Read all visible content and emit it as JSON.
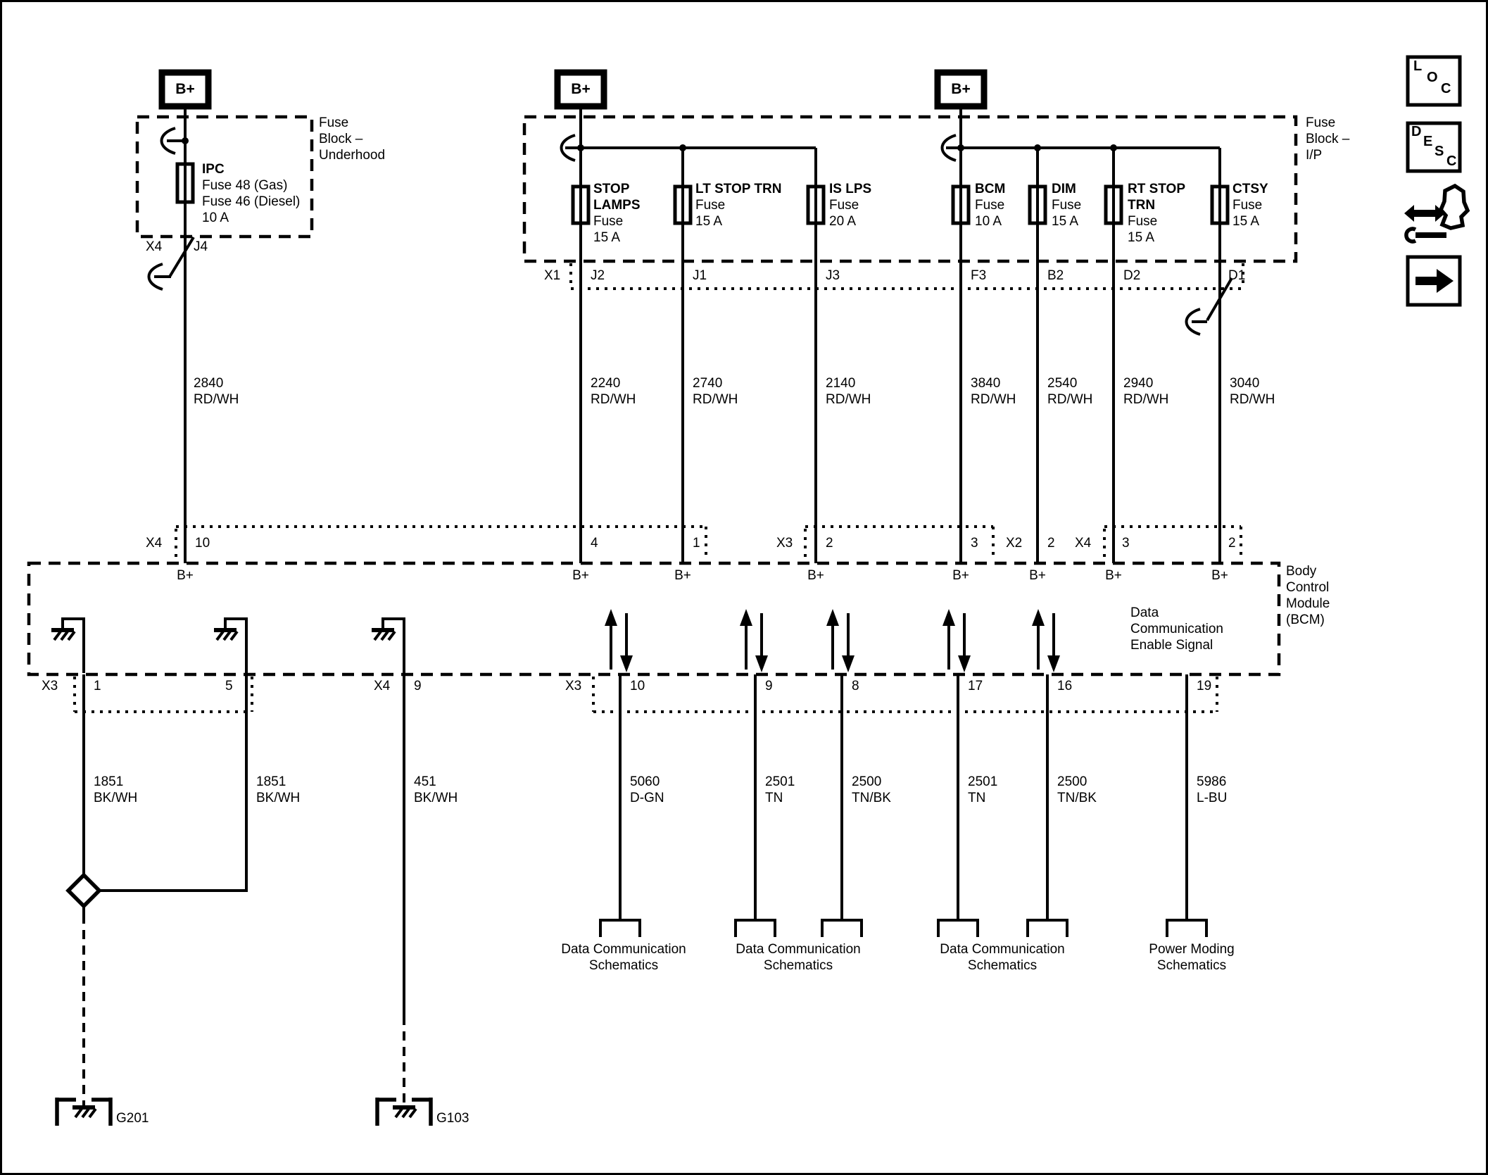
{
  "b_plus": "B+",
  "underhood": {
    "block_label": "Fuse\nBlock –\nUnderhood",
    "fuse_name": "IPC",
    "fuse_details": "Fuse 48 (Gas)\nFuse 46 (Diesel)\n10 A",
    "connector": "X4",
    "pin": "J4",
    "wire": "2840\nRD/WH"
  },
  "ip_block": {
    "block_label": "Fuse\nBlock –\nI/P",
    "connector_label": "X1",
    "fuses": [
      {
        "name": "STOP\nLAMPS",
        "details": "Fuse\n15 A",
        "pin": "J2",
        "wire": "2240\nRD/WH"
      },
      {
        "name": "LT STOP TRN",
        "details": "Fuse\n15 A",
        "pin": "J1",
        "wire": "2740\nRD/WH"
      },
      {
        "name": "IS LPS",
        "details": "Fuse\n20 A",
        "pin": "J3",
        "wire": "2140\nRD/WH"
      },
      {
        "name": "BCM",
        "details": "Fuse\n10 A",
        "pin": "F3",
        "wire": "3840\nRD/WH"
      },
      {
        "name": "DIM",
        "details": "Fuse\n15 A",
        "pin": "B2",
        "wire": "2540\nRD/WH"
      },
      {
        "name": "RT STOP\nTRN",
        "details": "Fuse\n15 A",
        "pin": "D2",
        "wire": "2940\nRD/WH"
      },
      {
        "name": "CTSY",
        "details": "Fuse\n15 A",
        "pin": "D1",
        "wire": "3040\nRD/WH"
      }
    ]
  },
  "bcm": {
    "label": "Body\nControl\nModule\n(BCM)",
    "data_comm_label": "Data\nCommunication\nEnable Signal",
    "top_pins": [
      {
        "conn": "X4",
        "pin": "10"
      },
      {
        "pin": "4"
      },
      {
        "pin": "1"
      },
      {
        "conn": "X3",
        "pin": "2"
      },
      {
        "pin": "3"
      },
      {
        "conn": "X2",
        "pin": "2"
      },
      {
        "conn": "X4",
        "pin": "3"
      },
      {
        "pin": "2"
      }
    ],
    "ground_pins": [
      {
        "conn": "X3",
        "pin": "1"
      },
      {
        "pin": "5"
      },
      {
        "conn": "X4",
        "pin": "9"
      }
    ],
    "data_pins": [
      {
        "conn": "X3",
        "pin": "10"
      },
      {
        "pin": "9"
      },
      {
        "pin": "8"
      },
      {
        "pin": "17"
      },
      {
        "pin": "16"
      },
      {
        "pin": "19"
      }
    ]
  },
  "ground_wires": [
    "1851\nBK/WH",
    "1851\nBK/WH",
    "451\nBK/WH"
  ],
  "data_wires": [
    "5060\nD-GN",
    "2501\nTN",
    "2500\nTN/BK",
    "2501\nTN",
    "2500\nTN/BK",
    "5986\nL-BU"
  ],
  "grounds": [
    "G201",
    "G103"
  ],
  "captions": [
    "Data Communication\nSchematics",
    "Data Communication\nSchematics",
    "Data Communication\nSchematics",
    "Power Moding\nSchematics"
  ],
  "icons": {
    "loc": [
      "L",
      "O",
      "C"
    ],
    "desc": [
      "D",
      "E",
      "S",
      "C"
    ]
  }
}
